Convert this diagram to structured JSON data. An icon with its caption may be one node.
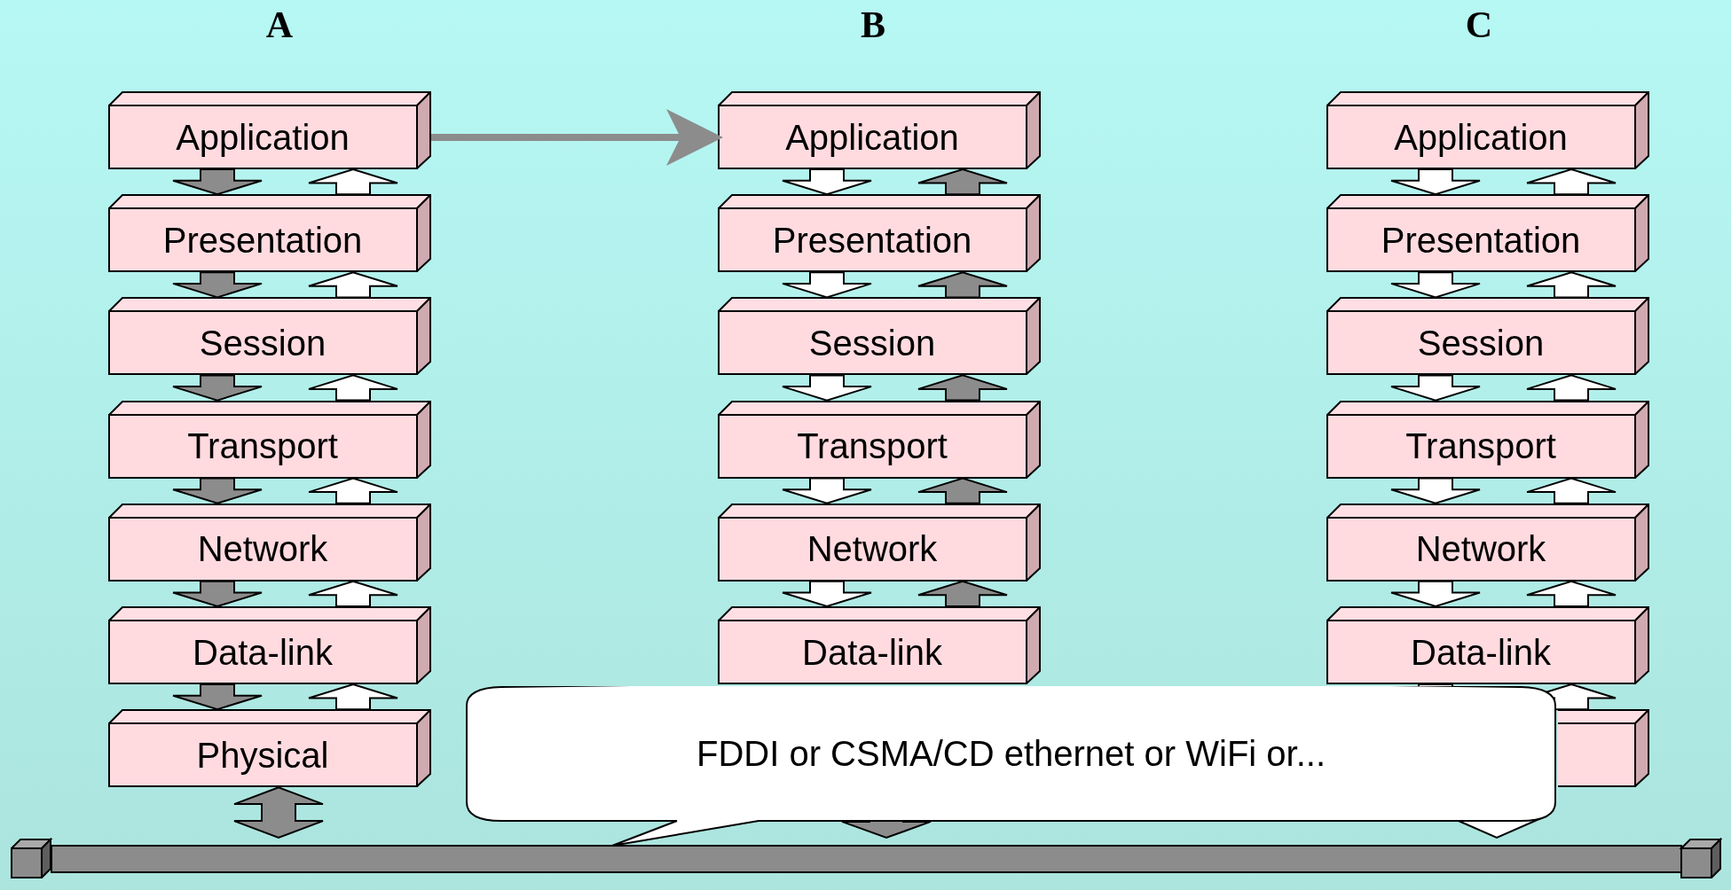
{
  "diagram": {
    "nodes": [
      {
        "text": [
          "Application"
        ]
      },
      {
        "text": [
          "Presentation"
        ]
      },
      {
        "text": [
          "Session"
        ]
      },
      {
        "text": [
          "Transport"
        ]
      },
      {
        "text": [
          "Network"
        ]
      },
      {
        "text": [
          "Data-link"
        ]
      },
      {
        "text": [
          "Physical"
        ]
      },
      {
        "text": [
          "Application"
        ]
      },
      {
        "text": [
          "Presentation"
        ]
      },
      {
        "text": [
          "Session"
        ]
      },
      {
        "text": [
          "Transport"
        ]
      },
      {
        "text": [
          "Network"
        ]
      },
      {
        "text": [
          "Data-link"
        ]
      },
      {
        "text": [
          "Application"
        ]
      },
      {
        "text": [
          "Presentation"
        ]
      },
      {
        "text": [
          "Session"
        ]
      },
      {
        "text": [
          "Transport"
        ]
      },
      {
        "text": [
          "Network"
        ]
      },
      {
        "text": [
          "Data-link"
        ]
      },
      {
        "text": [],
        "shape": "box"
      },
      {
        "text": [
          "FDDI or CSMA/CD ethernet or WiFi or..."
        ]
      },
      {
        "text": [],
        "shape": "bar"
      }
    ],
    "edges": [
      {
        "from": 0,
        "to": 7,
        "arrow": "to",
        "color": "#8c8c8c"
      },
      {
        "from": 0,
        "to": 1,
        "arrow": "to",
        "color": "#8c8c8c"
      },
      {
        "from": 1,
        "to": 0,
        "arrow": "to"
      },
      {
        "from": 1,
        "to": 2,
        "arrow": "to",
        "color": "#8c8c8c"
      },
      {
        "from": 2,
        "to": 1,
        "arrow": "to"
      },
      {
        "from": 2,
        "to": 3,
        "arrow": "to",
        "color": "#8c8c8c"
      },
      {
        "from": 3,
        "to": 2,
        "arrow": "to"
      },
      {
        "from": 3,
        "to": 4,
        "arrow": "to",
        "color": "#8c8c8c"
      },
      {
        "from": 4,
        "to": 3,
        "arrow": "to"
      },
      {
        "from": 4,
        "to": 5,
        "arrow": "to",
        "color": "#8c8c8c"
      },
      {
        "from": 5,
        "to": 4,
        "arrow": "to"
      },
      {
        "from": 5,
        "to": 6,
        "arrow": "to",
        "color": "#8c8c8c"
      },
      {
        "from": 6,
        "to": 5,
        "arrow": "to"
      },
      {
        "from": 7,
        "to": 8,
        "arrow": "to"
      },
      {
        "from": 8,
        "to": 7,
        "arrow": "to",
        "color": "#8c8c8c"
      },
      {
        "from": 8,
        "to": 9,
        "arrow": "to"
      },
      {
        "from": 9,
        "to": 8,
        "arrow": "to",
        "color": "#8c8c8c"
      },
      {
        "from": 9,
        "to": 10,
        "arrow": "to"
      },
      {
        "from": 10,
        "to": 9,
        "arrow": "to",
        "color": "#8c8c8c"
      },
      {
        "from": 10,
        "to": 11,
        "arrow": "to"
      },
      {
        "from": 11,
        "to": 10,
        "arrow": "to",
        "color": "#8c8c8c"
      },
      {
        "from": 11,
        "to": 12,
        "arrow": "to"
      },
      {
        "from": 12,
        "to": 11,
        "arrow": "to",
        "color": "#8c8c8c"
      },
      {
        "from": 13,
        "to": 14,
        "arrow": "to"
      },
      {
        "from": 14,
        "to": 13,
        "arrow": "to"
      },
      {
        "from": 14,
        "to": 15,
        "arrow": "to"
      },
      {
        "from": 15,
        "to": 14,
        "arrow": "to"
      },
      {
        "from": 15,
        "to": 16,
        "arrow": "to"
      },
      {
        "from": 16,
        "to": 15,
        "arrow": "to"
      },
      {
        "from": 16,
        "to": 17,
        "arrow": "to"
      },
      {
        "from": 17,
        "to": 16,
        "arrow": "to"
      },
      {
        "from": 17,
        "to": 18,
        "arrow": "to"
      },
      {
        "from": 18,
        "to": 17,
        "arrow": "to"
      },
      {
        "from": 18,
        "to": 19,
        "arrow": "to"
      },
      {
        "from": 19,
        "to": 18,
        "arrow": "to"
      },
      {
        "from": 6,
        "to": 21,
        "arrow": "both",
        "color": "#8c8c8c"
      },
      {
        "from": null,
        "to": 21,
        "arrow": "to",
        "color": "#8c8c8c"
      },
      {
        "from": 19,
        "to": 21,
        "arrow": "to"
      }
    ],
    "labels": [
      "A",
      "B",
      "C"
    ]
  }
}
